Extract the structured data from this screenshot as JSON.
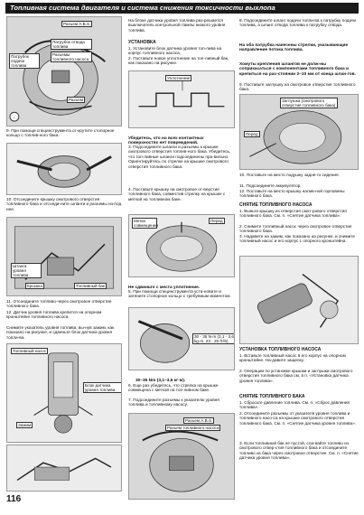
{
  "header": {
    "title": "Топливная система двигателя и система снижения токсичности выхлопа"
  },
  "page_number": "116",
  "col1": {
    "fig1_labels": [
      "Разъем A.B.S.",
      "Патрубок отвода топлива",
      "Разъемы топливного насоса",
      "Патрубок подачи топлива",
      "Разъем"
    ],
    "step9": "9. При помощи специнструмента от-крутите стопорное кольцо с топлив-ного бака.",
    "step10": "10. Отсоедините крышку смотрового отверстия топливного бака и отсоеди-ните шланги и разъемы из-под нее.",
    "fig3_labels": [
      "Штанга уровня топлива",
      "Крышка",
      "Топливный бак"
    ],
    "step11": "11. Отсоедините топливо-через смотровое отверстие топливного бака.",
    "step12": "12. Датчик уровня топлива крепится на опорном кронштейне топливного насоса.",
    "remove_text": "Снимите указатель уровня топлива, вы-нув зажим, как показано на рисунке, и сдвиньте блок датчика уровня топли-ва.",
    "fig4_labels": [
      "Топливный насос",
      "Блок датчика уровня топлива",
      "Зажим"
    ]
  },
  "col2": {
    "intro": "На блоке датчика уровня топлива раз-решается выключатель контрольной лампы низкого уровня топлива.",
    "install_head": "УСТАНОВКА",
    "install1": "1. Установите блок датчика уровня топ-лива на корпус топливного насоса.",
    "install2": "2. Поставьте новое уплотнение на топ-ливный бак, как показано на рисунке.",
    "fig_seal_label": "Уплотнение",
    "seal_note": "Убедитесь, что на всех контактных поверхностях нет повреждений.",
    "step3": "3. Подсоедините шланги и разъемы к крышке смотрового отверстия топлив-ного бака. Убедитесь, что топ-ливные шланги подсоединены пра-вильно. Ориентируйтесь по стрелке на крышке смотрового отверстия топливного бака.",
    "step4": "4. Поставьте крышку на смотровое от-верстие топливного бака, совместив стрелку на крышке с меткой на топливном баке.",
    "fig_marks_labels": [
      "Метки совмещения",
      "Перед"
    ],
    "no_shift": "Не сдвиньте с места уплотнение.",
    "step5": "5. При помощи специнструмента уста-новите и затяните стопорное кольцо с требуемым моментом.",
    "torque_box": "30 - 35 N·m (3,1 - 3,6 kg·m, 23 - 25 ft-lb)",
    "torque_caption": "30–35 Nm (3,1–3,6 кг·м).",
    "step6": "6. Еще раз убедитесь, что стрелка на крышке совмещена с меткой на топ-ливном баке.",
    "step7": "7. Подсоедините разъемы к указателю уровня топлива и топливному насосу.",
    "fig_bottom_labels": [
      "Разъем A.B.S.",
      "Разъем топливного насоса"
    ]
  },
  "col3": {
    "step8": "8. Подсоедините шланг подачи топли-ва к патрубку подачи топлива, а шланг отвода топлива к патрубку отвода.",
    "hose_note": "На оба патрубка нанесены стрелки, указывающие направление потока топлива.",
    "clamp_note": "Хомуты крепления шлангов не долж-ны соприкасаться с компонентами топливного бака и крепиться на рас-стоянии 2–10 мм от конца шлан-гов.",
    "step9": "9. Поставьте заглушку на смотровое отверстие топливного бака.",
    "fig_labels": [
      "Заглушка (смотрового отверстия топливного бака)",
      "Перед"
    ],
    "step10": "10. Поставьте на место подушку задне-го сидения.",
    "step11": "11. Подсоедините аккумулятор.",
    "step12": "12. Поставьте на место крышку налив-ной горловины топливного бака.",
    "remove_head": "СНЯТИЕ ТОПЛИВНОГО НАСОСА",
    "remove1": "1. Выньте крышку из отверстия смот-рового отверстия топливного бака. См. п. «Снятие датчика топлива».",
    "remove2": "2. Снимите топливный насос через смотровое отверстие топливного бака.",
    "remove3": "3. Надавите на зажим, как показано на рисунке, и снимите топливный насос и его корпус с опорного кронштейна.",
    "pump_install_head": "УСТАНОВКА ТОПЛИВНОГО НАСОСА",
    "pinstall1": "1. Вставьте топливный насос в его корпус на опорном кронштейне. На-давите защелку.",
    "pinstall2": "2. Операции по установке крышки и заглушки смотрового отверстия топливного бака см. в п. «Установка датчика уровня топлива».",
    "tank_head": "СНЯТИЕ ТОПЛИВНОГО БАКА",
    "tank1": "1. Сбросьте давление топлива. См. п. «Сброс давления топлива».",
    "tank2": "2. Отсоедините разъемы от указателя уровня топлива и топливного насо-са на крышке смотрового отверстия топливного бака. См. п. «Снятие датчика уровня топлива».",
    "tank3": "3. Если топливный бак не пустой, сли-вайте топливо из смотрового отвер-стия топливного бака и отсоедините топливо из бака через смотровое отверстие. См. п. «Снятие датчика уровня топлива»."
  }
}
